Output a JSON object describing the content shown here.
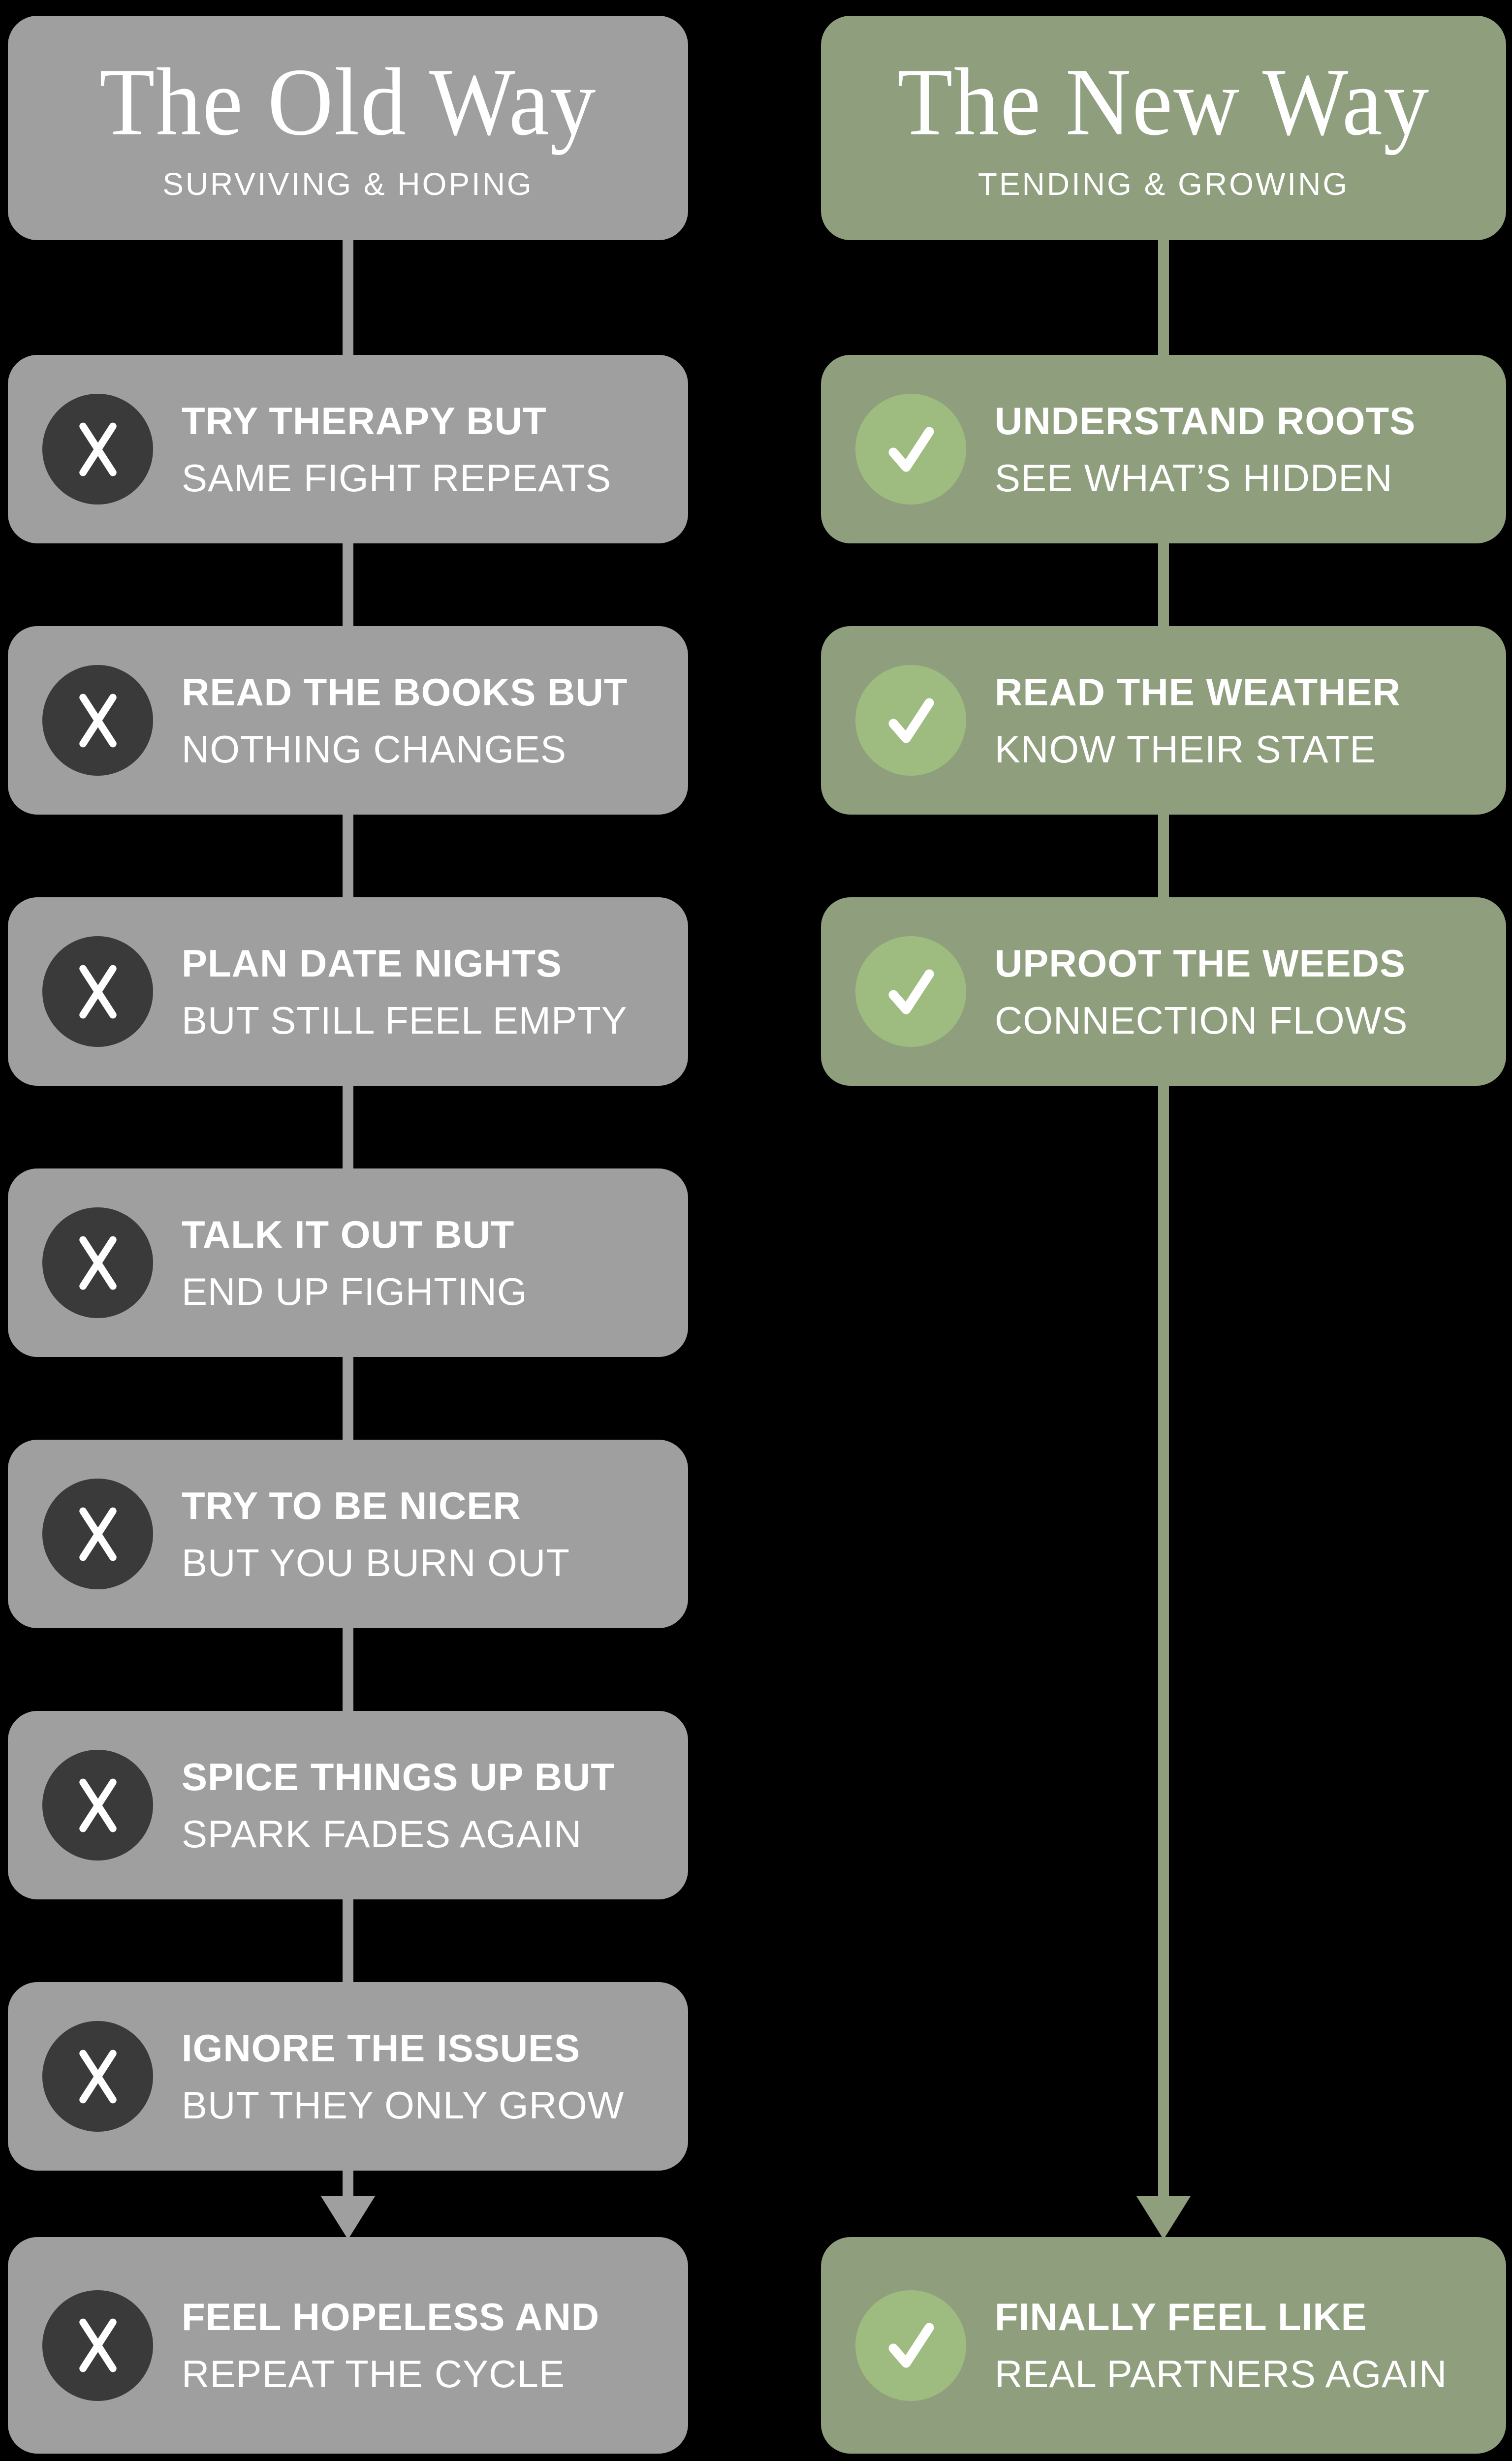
{
  "page": {
    "background_color": "#000000",
    "text_color": "#ffffff"
  },
  "old_way": {
    "title": "The Old Way",
    "subtitle": "SURVIVING & HOPING",
    "box_color": "#9f9f9f",
    "icon_circle_color": "#3a3a3a",
    "icon": "x-icon",
    "items": [
      {
        "line1": "TRY THERAPY BUT",
        "line2": "SAME FIGHT REPEATS"
      },
      {
        "line1": "READ THE BOOKS BUT",
        "line2": "NOTHING CHANGES"
      },
      {
        "line1": "PLAN DATE NIGHTS",
        "line2": "BUT STILL FEEL EMPTY"
      },
      {
        "line1": "TALK IT OUT BUT",
        "line2": "END UP FIGHTING"
      },
      {
        "line1": "TRY TO BE NICER",
        "line2": "BUT YOU BURN OUT"
      },
      {
        "line1": "SPICE THINGS UP BUT",
        "line2": "SPARK FADES AGAIN"
      },
      {
        "line1": "IGNORE THE ISSUES",
        "line2": "BUT THEY ONLY GROW"
      },
      {
        "line1": "FEEL HOPELESS AND",
        "line2": "REPEAT THE CYCLE"
      }
    ]
  },
  "new_way": {
    "title": "The New Way",
    "subtitle": "TENDING & GROWING",
    "box_color": "#8f9e7d",
    "icon_circle_color": "#9fbc80",
    "icon": "check-icon",
    "items": [
      {
        "line1": "UNDERSTAND ROOTS",
        "line2": "SEE WHAT’S HIDDEN"
      },
      {
        "line1": "READ THE WEATHER",
        "line2": "KNOW THEIR STATE"
      },
      {
        "line1": "UPROOT THE WEEDS",
        "line2": "CONNECTION FLOWS"
      },
      {
        "line1": "FINALLY FEEL LIKE",
        "line2": "REAL PARTNERS AGAIN"
      }
    ]
  }
}
